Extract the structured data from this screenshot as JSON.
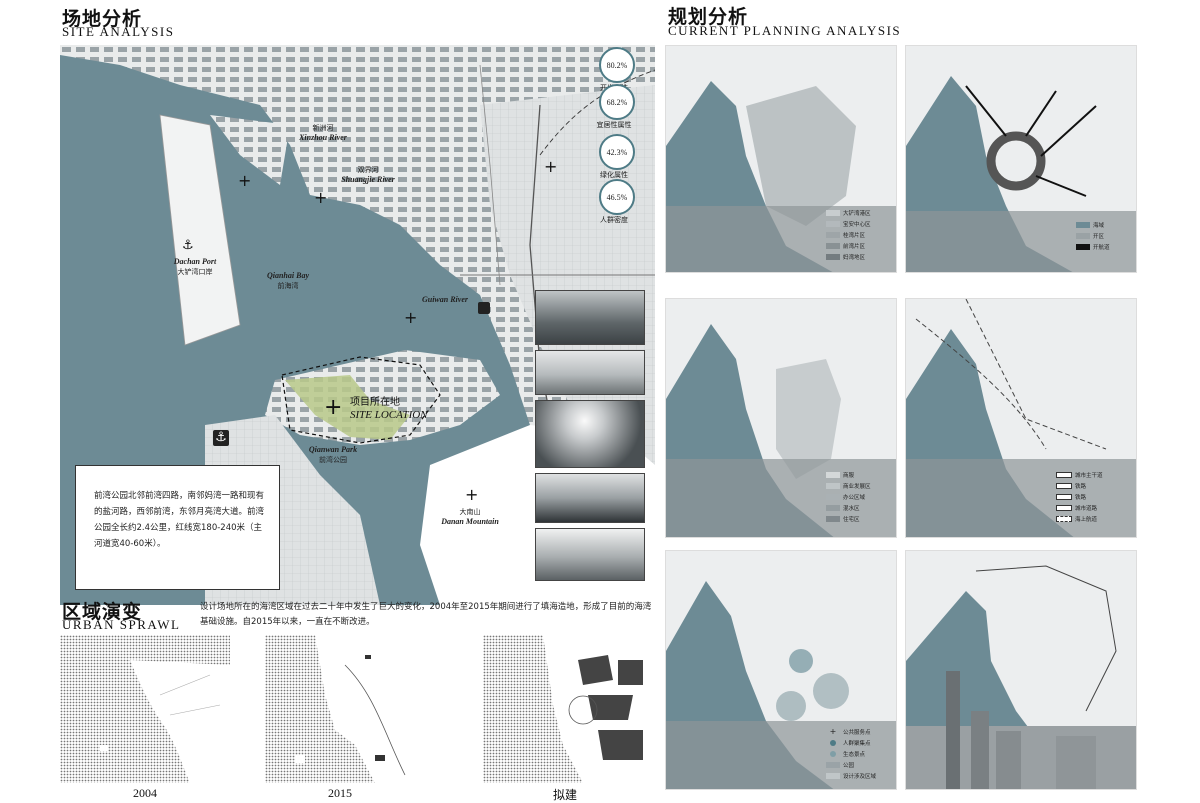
{
  "site_analysis": {
    "title_cn": "场地分析",
    "title_en": "SITE ANALYSIS",
    "labels": {
      "xinzhou_cn": "新洲河",
      "xinzhou_en": "Xinzhou River",
      "shuangjie_cn": "双界河",
      "shuangjie_en": "Shuangjie River",
      "dachan_en": "Dachan Port",
      "dachan_cn": "大铲湾口岸",
      "qianhai_en": "Qianhai Bay",
      "qianhai_cn": "前海湾",
      "guiwan_en": "Guiwan River",
      "site_cn": "项目所在地",
      "site_en": "SITE LOCATION",
      "park_en": "Qianwan Park",
      "park_cn": "前湾公园",
      "danan_cn": "大南山",
      "danan_en": "Danan Mountain"
    },
    "stats": [
      {
        "value": "80.2%",
        "label": "开发属性"
      },
      {
        "value": "68.2%",
        "label": "宜居性属性"
      },
      {
        "value": "42.3%",
        "label": "绿化属性"
      },
      {
        "value": "46.5%",
        "label": "人群密度"
      }
    ],
    "description": "前湾公园北邻前湾四路，南邻妈湾一路和现有的盐河路，西邻前湾，东邻月亮湾大道。前湾公园全长约2.4公里，红线宽180-240米（主河道宽40-60米）。",
    "colors": {
      "water": "#6d8b95",
      "land": "#e6e8e8",
      "accent": "#4e7b86",
      "park": "#b9c98a"
    }
  },
  "urban_sprawl": {
    "title_cn": "区域演变",
    "title_en": "URBAN SPRAWL",
    "text": "设计场地所在的海湾区域在过去二十年中发生了巨大的变化，2004年至2015年期间进行了填海造地，形成了目前的海湾基础设施。自2015年以来，一直在不断改进。",
    "years": [
      "2004",
      "2015",
      "拟建"
    ]
  },
  "planning": {
    "title_cn": "规划分析",
    "title_en": "CURRENT PLANNING ANALYSIS",
    "legend1": [
      "大铲湾港区",
      "宝安中心区",
      "桂湾片区",
      "前湾片区",
      "妈湾地区"
    ],
    "legend2": [
      "海域",
      "开区",
      "开航道"
    ],
    "legend3": [
      "商服",
      "商业发展区",
      "办公区域",
      "混水区",
      "住宅区"
    ],
    "legend4": [
      "城市主干道",
      "铁路",
      "铁路",
      "城市道路",
      "海上航道"
    ],
    "legend5": [
      "公共服务点",
      "人群聚集点",
      "生态景点",
      "公园",
      "设计涉及区域"
    ]
  }
}
